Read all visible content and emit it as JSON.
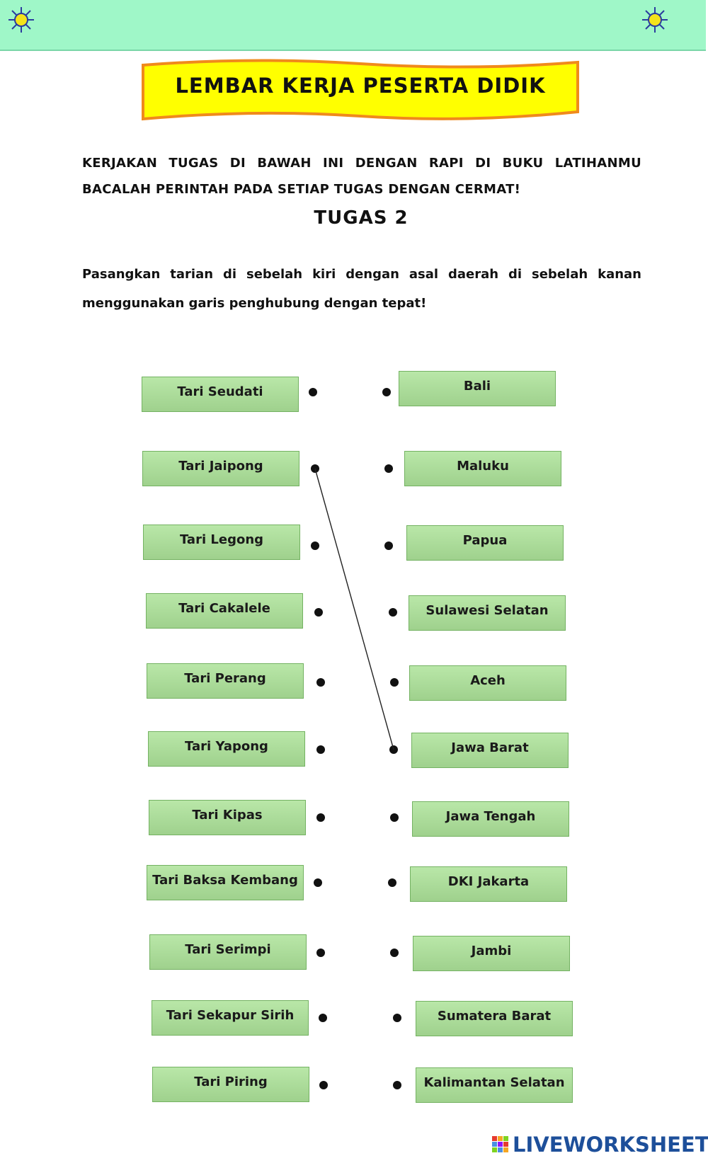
{
  "header": {
    "title": "LEMBAR KERJA PESERTA DIDIK",
    "decoration_left": "sun-icon",
    "decoration_right": "sun-icon",
    "band_color": "#9ff7c8",
    "banner_color": "#ffff00"
  },
  "instruction": "KERJAKAN TUGAS DI BAWAH INI DENGAN RAPI DI BUKU LATIHANMU BACALAH PERINTAH PADA SETIAP TUGAS DENGAN CERMAT!",
  "task": {
    "title": "TUGAS 2",
    "text": "Pasangkan tarian di sebelah kiri dengan asal daerah di sebelah kanan menggunakan garis penghubung dengan tepat!"
  },
  "left_items": [
    "Tari Seudati",
    "Tari Jaipong",
    "Tari Legong",
    "Tari Cakalele",
    "Tari Perang",
    "Tari Yapong",
    "Tari Kipas",
    "Tari Baksa Kembang",
    "Tari Serimpi",
    "Tari Sekapur Sirih",
    "Tari Piring"
  ],
  "right_items": [
    "Bali",
    "Maluku",
    "Papua",
    "Sulawesi Selatan",
    "Aceh",
    "Jawa Barat",
    "Jawa Tengah",
    "DKI Jakarta",
    "Jambi",
    "Sumatera Barat",
    "Kalimantan Selatan"
  ],
  "connections": [
    {
      "from": "Tari Jaipong",
      "to": "Jawa Barat"
    }
  ],
  "footer": {
    "brand": "LIVEWORKSHEETS"
  }
}
